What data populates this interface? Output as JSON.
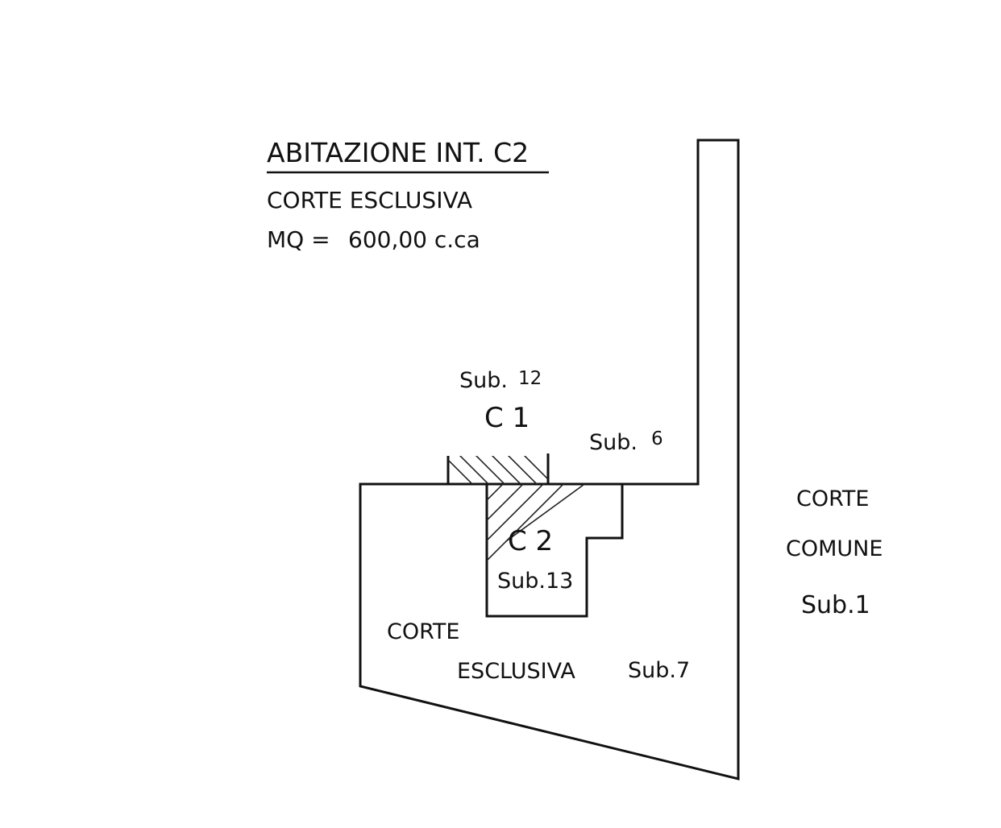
{
  "header": {
    "title": "ABITAZIONE INT. C2",
    "subtitle": "CORTE ESCLUSIVA",
    "area_label": "MQ =",
    "area_value": "600,00 c.ca"
  },
  "labels": {
    "sub12_prefix": "Sub.",
    "sub12_number": "12",
    "c1": "C 1",
    "sub6_prefix": "Sub.",
    "sub6_number": "6",
    "c2": "C 2",
    "sub13": "Sub.13",
    "corte_esclusiva_1": "CORTE",
    "corte_esclusiva_2": "ESCLUSIVA",
    "sub7": "Sub.7",
    "corte_comune_1": "CORTE",
    "corte_comune_2": "COMUNE",
    "sub1": "Sub.1"
  },
  "colors": {
    "ink": "#111111",
    "background": "#ffffff"
  }
}
